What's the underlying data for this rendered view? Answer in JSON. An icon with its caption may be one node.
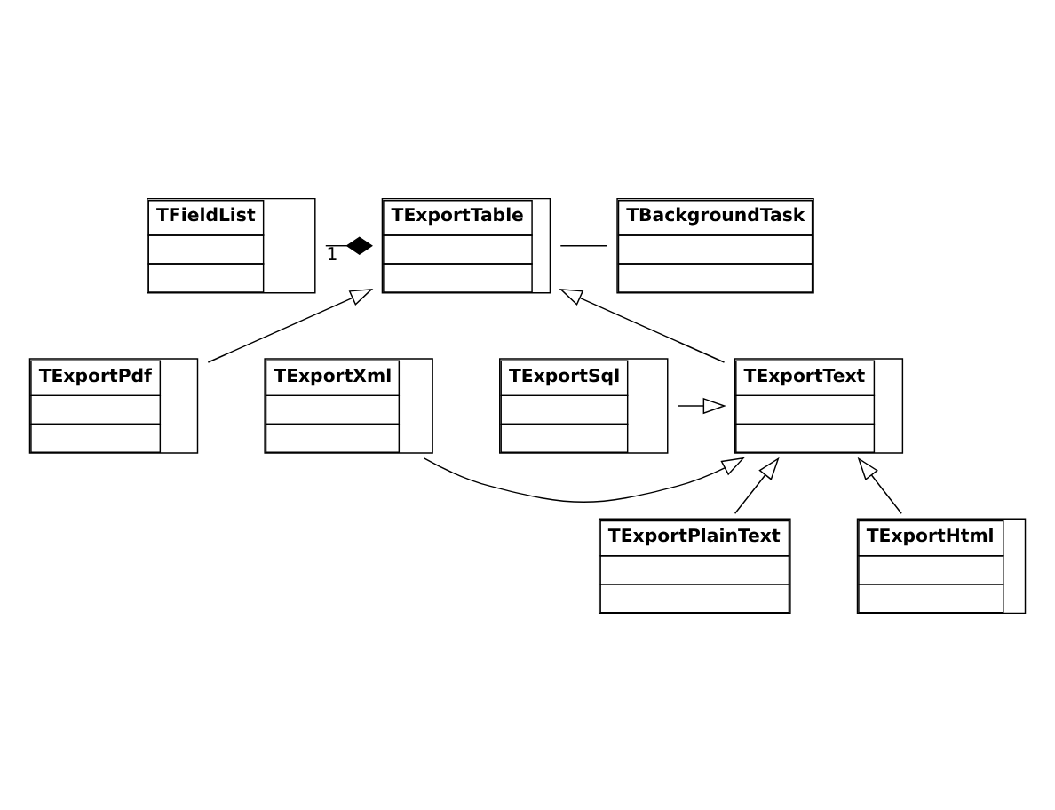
{
  "diagram": {
    "nodes": [
      {
        "text": [
          "TFieldList"
        ]
      },
      {
        "text": [
          "TExportTable"
        ]
      },
      {
        "text": [
          "TBackgroundTask"
        ]
      },
      {
        "text": [
          "TExportXml"
        ]
      },
      {
        "text": [
          "TExportPdf"
        ]
      },
      {
        "text": [
          "TExportText"
        ]
      },
      {
        "text": [
          "TExportSql"
        ]
      },
      {
        "text": [
          "TExportPlainText"
        ]
      },
      {
        "text": [
          "TExportHtml"
        ]
      }
    ],
    "edges": [
      {
        "from": 0,
        "to": 1,
        "arrow": "other",
        "label": "1"
      },
      {
        "from": 1,
        "to": 2,
        "arrow": "none"
      },
      {
        "from": 4,
        "to": 1,
        "arrow": "to"
      },
      {
        "from": 5,
        "to": 1,
        "arrow": "to"
      },
      {
        "from": 3,
        "to": 5,
        "arrow": "to"
      },
      {
        "from": 6,
        "to": 5,
        "arrow": "to"
      },
      {
        "from": 7,
        "to": 5,
        "arrow": "to"
      },
      {
        "from": 8,
        "to": 5,
        "arrow": "to"
      }
    ]
  }
}
